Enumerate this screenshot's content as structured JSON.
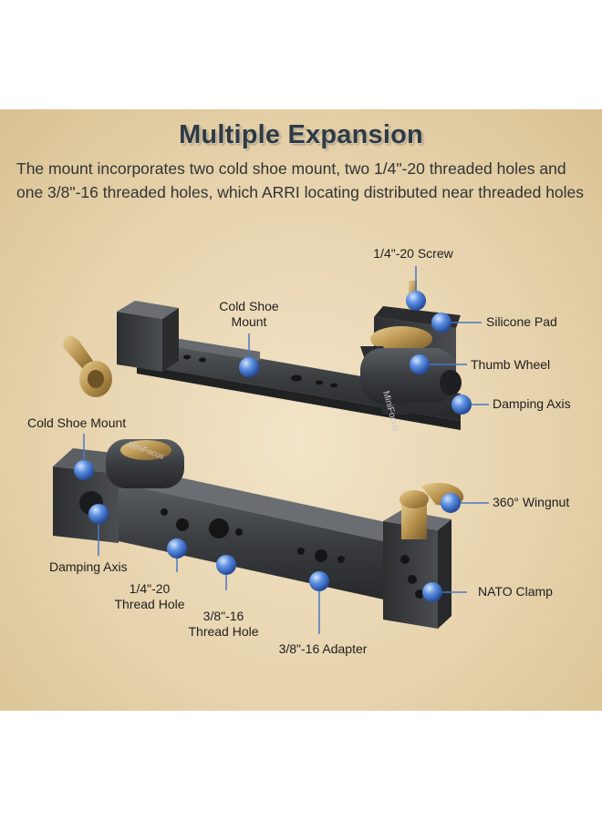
{
  "header": {
    "title": "Multiple Expansion",
    "description": "The mount incorporates two cold shoe mount, two 1/4\"-20 threaded holes and one 3/8\"-16 threaded holes, which ARRI locating distributed near threaded holes"
  },
  "product": {
    "brand_engraving": "MiniFocus",
    "colors": {
      "background": "#e7d3ad",
      "metal": "#3a3d40",
      "brass": "#b8934f",
      "marker": "#3f72c8"
    }
  },
  "callouts": {
    "screw": "1/4\"-20 Screw",
    "cold_shoe_top_line1": "Cold Shoe",
    "cold_shoe_top_line2": "Mount",
    "silicone_pad": "Silicone Pad",
    "thumb_wheel": "Thumb Wheel",
    "damping_axis_top": "Damping Axis",
    "cold_shoe_bottom": "Cold Shoe Mount",
    "wingnut": "360° Wingnut",
    "damping_axis_bottom": "Damping Axis",
    "nato_clamp": "NATO Clamp",
    "thread_quarter_line1": "1/4\"-20",
    "thread_quarter_line2": "Thread Hole",
    "thread_3_8_line1": "3/8\"-16",
    "thread_3_8_line2": "Thread Hole",
    "adapter": "3/8\"-16 Adapter"
  }
}
